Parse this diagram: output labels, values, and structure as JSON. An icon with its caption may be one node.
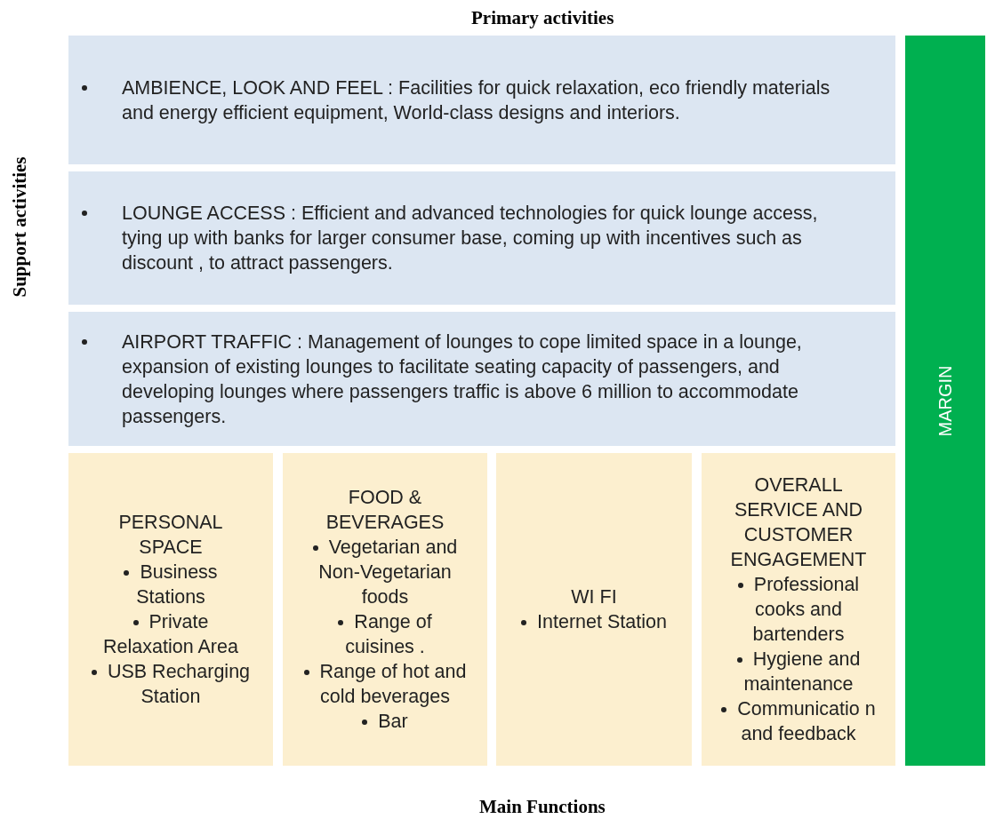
{
  "diagram": {
    "nodes": [
      {
        "text": [
          "AMBIENCE, LOOK AND FEEL : Facilities for quick relaxation, eco friendly materials and energy efficient equipment, World-class designs and interiors."
        ]
      },
      {
        "text": [
          "LOUNGE ACCESS : Efficient and advanced technologies for quick lounge access, tying up with banks for larger consumer base,  coming up with incentives such as discount , to attract passengers."
        ]
      },
      {
        "text": [
          "AIRPORT TRAFFIC : Management of lounges to cope limited space in a lounge, expansion of existing lounges to facilitate seating capacity of passengers, and developing lounges where passengers traffic is above 6 million to accommodate passengers."
        ]
      },
      {
        "text": [
          "PERSONAL SPACE",
          "Business Stations",
          "Private Relaxation Area",
          "USB Recharging Station"
        ]
      },
      {
        "text": [
          "FOOD & BEVERAGES",
          "Vegetarian and Non-Vegetarian foods",
          "Range of cuisines .",
          "Range of hot and cold beverages",
          "Bar"
        ]
      },
      {
        "text": [
          "WI FI",
          "Internet Station"
        ]
      },
      {
        "text": [
          "OVERALL SERVICE AND CUSTOMER ENGAGEMENT",
          "Professional cooks and bartenders",
          "Hygiene and maintenance",
          "Communicatio n and feedback"
        ]
      },
      {
        "text": [
          "MARGIN"
        ]
      }
    ],
    "edges": [],
    "labels": [
      "Primary activities",
      "Support activities",
      "Main Functions"
    ]
  }
}
